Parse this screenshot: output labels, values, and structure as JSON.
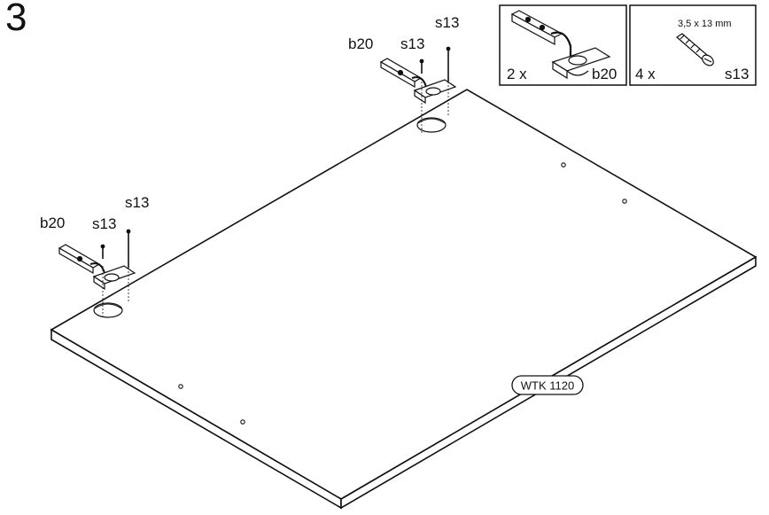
{
  "step_number": "3",
  "panel_code": "WTK 1120",
  "hinge_groups": [
    {
      "hinge_label": "b20",
      "screw_label_a": "s13",
      "screw_label_b": "s13"
    },
    {
      "hinge_label": "b20",
      "screw_label_a": "s13",
      "screw_label_b": "s13"
    }
  ],
  "parts_legend": [
    {
      "quantity": "2 x",
      "code": "b20",
      "size": ""
    },
    {
      "quantity": "4 x",
      "code": "s13",
      "size": "3,5 x 13 mm"
    }
  ],
  "icons": [
    "hinge-icon",
    "screw-icon",
    "panel-board"
  ]
}
